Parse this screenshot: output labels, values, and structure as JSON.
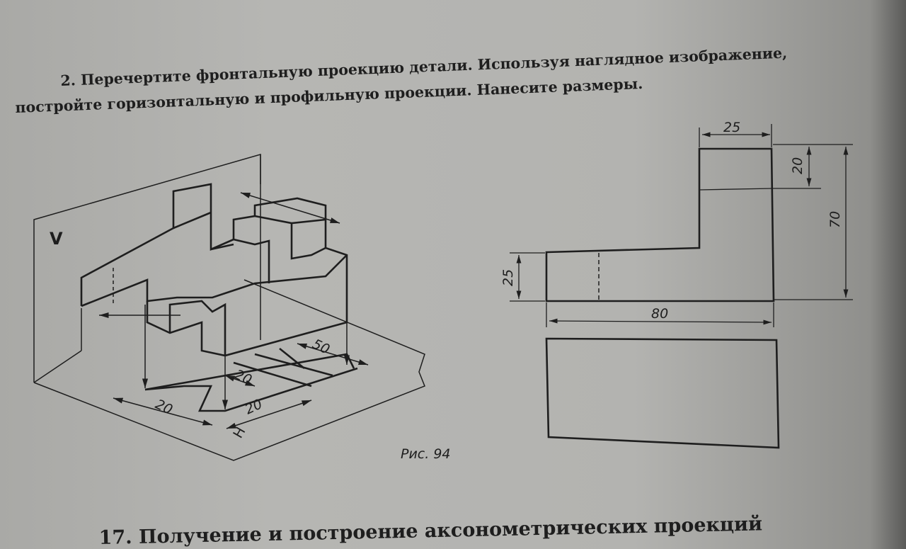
{
  "task": {
    "line1": "2. Перечертите фронтальную проекцию детали. Используя наглядное изображение,",
    "line2": "постройте горизонтальную и профильную проекции. Нанесите размеры."
  },
  "figure": {
    "caption": "Рис. 94",
    "isometric": {
      "plane_v": "V",
      "plane_h": "H",
      "dims": [
        "50",
        "20",
        "20",
        "20"
      ]
    },
    "front_view": {
      "dims": {
        "top_width": "25",
        "top_height": "20",
        "total_height": "70",
        "base_height": "25",
        "total_width": "80"
      }
    }
  },
  "next_section": "17. Получение и построение аксонометрических проекций"
}
